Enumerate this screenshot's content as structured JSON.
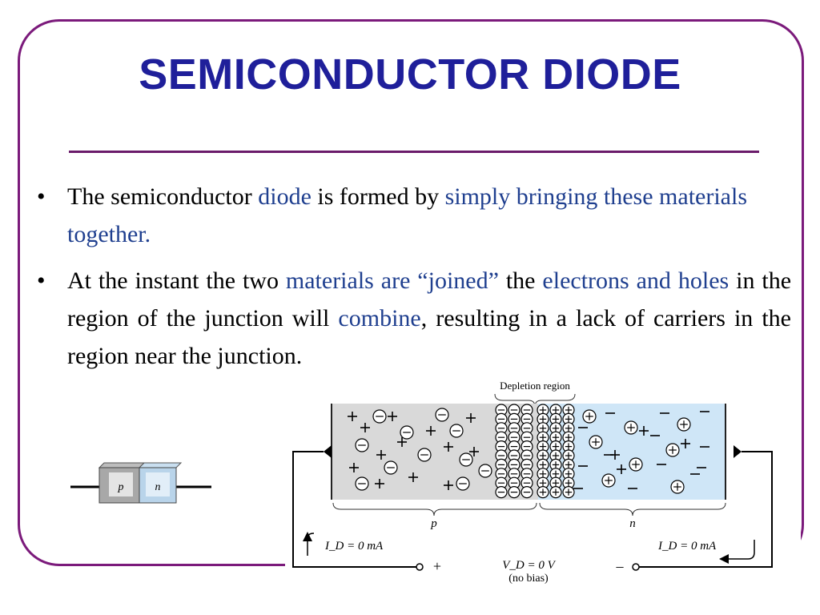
{
  "slide": {
    "title": "SEMICONDUCTOR DIODE",
    "bullet_symbol": "•",
    "bullets": [
      {
        "parts": [
          {
            "text": "The semiconductor ",
            "highlight": false
          },
          {
            "text": "diode",
            "highlight": true
          },
          {
            "text": " is formed by ",
            "highlight": false
          },
          {
            "text": "simply bringing these materials together.",
            "highlight": true
          }
        ]
      },
      {
        "parts": [
          {
            "text": "At the instant the two ",
            "highlight": false
          },
          {
            "text": "materials are “joined”",
            "highlight": true
          },
          {
            "text": " the ",
            "highlight": false
          },
          {
            "text": "electrons and holes",
            "highlight": true
          },
          {
            "text": " in the region of the junction will ",
            "highlight": false
          },
          {
            "text": "combine",
            "highlight": true
          },
          {
            "text": ", resulting in a lack of carriers in the region near the junction.",
            "highlight": false
          }
        ]
      }
    ]
  },
  "diagram": {
    "depletion_label": "Depletion region",
    "p_label": "p",
    "n_label": "n",
    "left_current": "I_D = 0 mA",
    "right_current": "I_D = 0 mA",
    "voltage": "V_D = 0 V",
    "bias_note": "(no bias)",
    "plus_terminal": "+",
    "minus_terminal": "–"
  },
  "mini_diode": {
    "p_label": "p",
    "n_label": "n"
  },
  "colors": {
    "title": "#1f1f9a",
    "highlight": "#1f3f8f",
    "frame": "#7b1a7b",
    "p_region": "#d9d9d9",
    "n_region": "#cfe6f7"
  }
}
